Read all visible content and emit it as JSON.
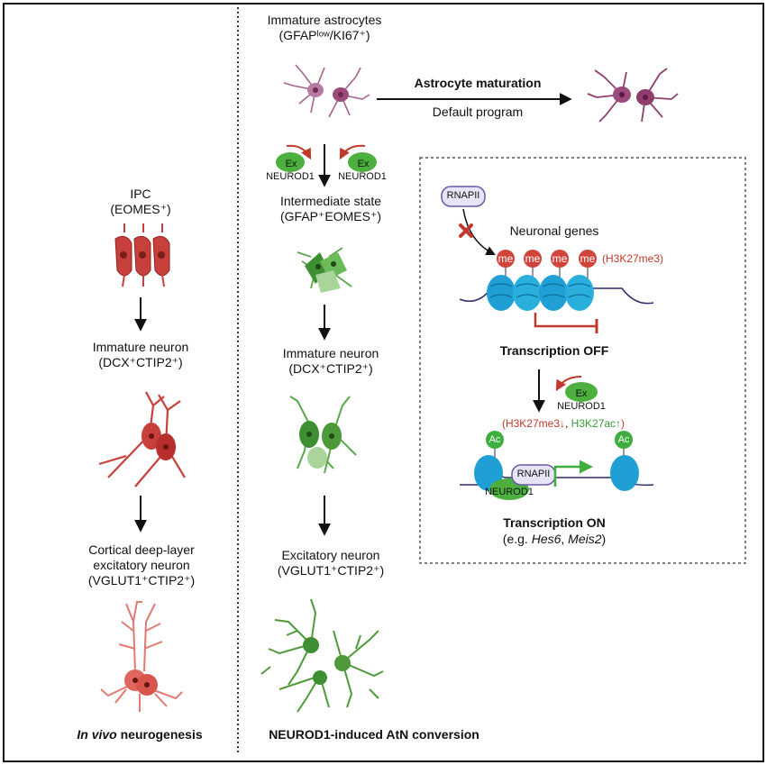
{
  "left": {
    "ipc": {
      "name": "IPC",
      "marker": "(EOMES⁺)"
    },
    "immature": {
      "name": "Immature neuron",
      "marker": "(DCX⁺CTIP2⁺)"
    },
    "deep": {
      "line1": "Cortical deep-layer",
      "line2": "excitatory neuron",
      "marker": "(VGLUT1⁺CTIP2⁺)"
    },
    "footer_italic": "In vivo",
    "footer_rest": " neurogenesis"
  },
  "middle": {
    "astro": {
      "name": "Immature astrocytes",
      "marker": "(GFAPˡᵒʷ/KI67⁺)"
    },
    "intermediate": {
      "name": "Intermediate state",
      "marker": "(GFAP⁺EOMES⁺)"
    },
    "immature": {
      "name": "Immature neuron",
      "marker": "(DCX⁺CTIP2⁺)"
    },
    "excitatory": {
      "name": "Excitatory neuron",
      "marker": "(VGLUT1⁺CTIP2⁺)"
    },
    "ex_label": "Ex",
    "neurod1_label": "NEUROD1",
    "footer": "NEUROD1-induced AtN conversion"
  },
  "top": {
    "maturation_title": "Astrocyte maturation",
    "maturation_sub": "Default program"
  },
  "box": {
    "rnap": "RNAPII",
    "neuronal_genes": "Neuronal genes",
    "me": "me",
    "h3k27me3": "(H3K27me3)",
    "off": "Transcription OFF",
    "ex": "Ex",
    "neurod1": "NEUROD1",
    "marks_open": "(",
    "mark_down": "H3K27me3↓",
    "marks_sep": ", ",
    "mark_up": "H3K27ac↑",
    "marks_close": ")",
    "ac": "Ac",
    "rnap2": "RNAPII",
    "neurod1_bottom": "NEUROD1",
    "on": "Transcription ON",
    "eg_prefix": "(e.g. ",
    "gene1": "Hes6",
    "eg_sep": ", ",
    "gene2": "Meis2",
    "eg_suffix": ")"
  },
  "colors": {
    "red_neuron": "#c8403c",
    "green_neuron": "#4e9a3a",
    "astro": "#9c4a7a",
    "nucleosome": "#1f9fd4",
    "me_red": "#d0443c",
    "ac_green": "#3eae3e",
    "rnap_purple": "#6a5aa8"
  }
}
